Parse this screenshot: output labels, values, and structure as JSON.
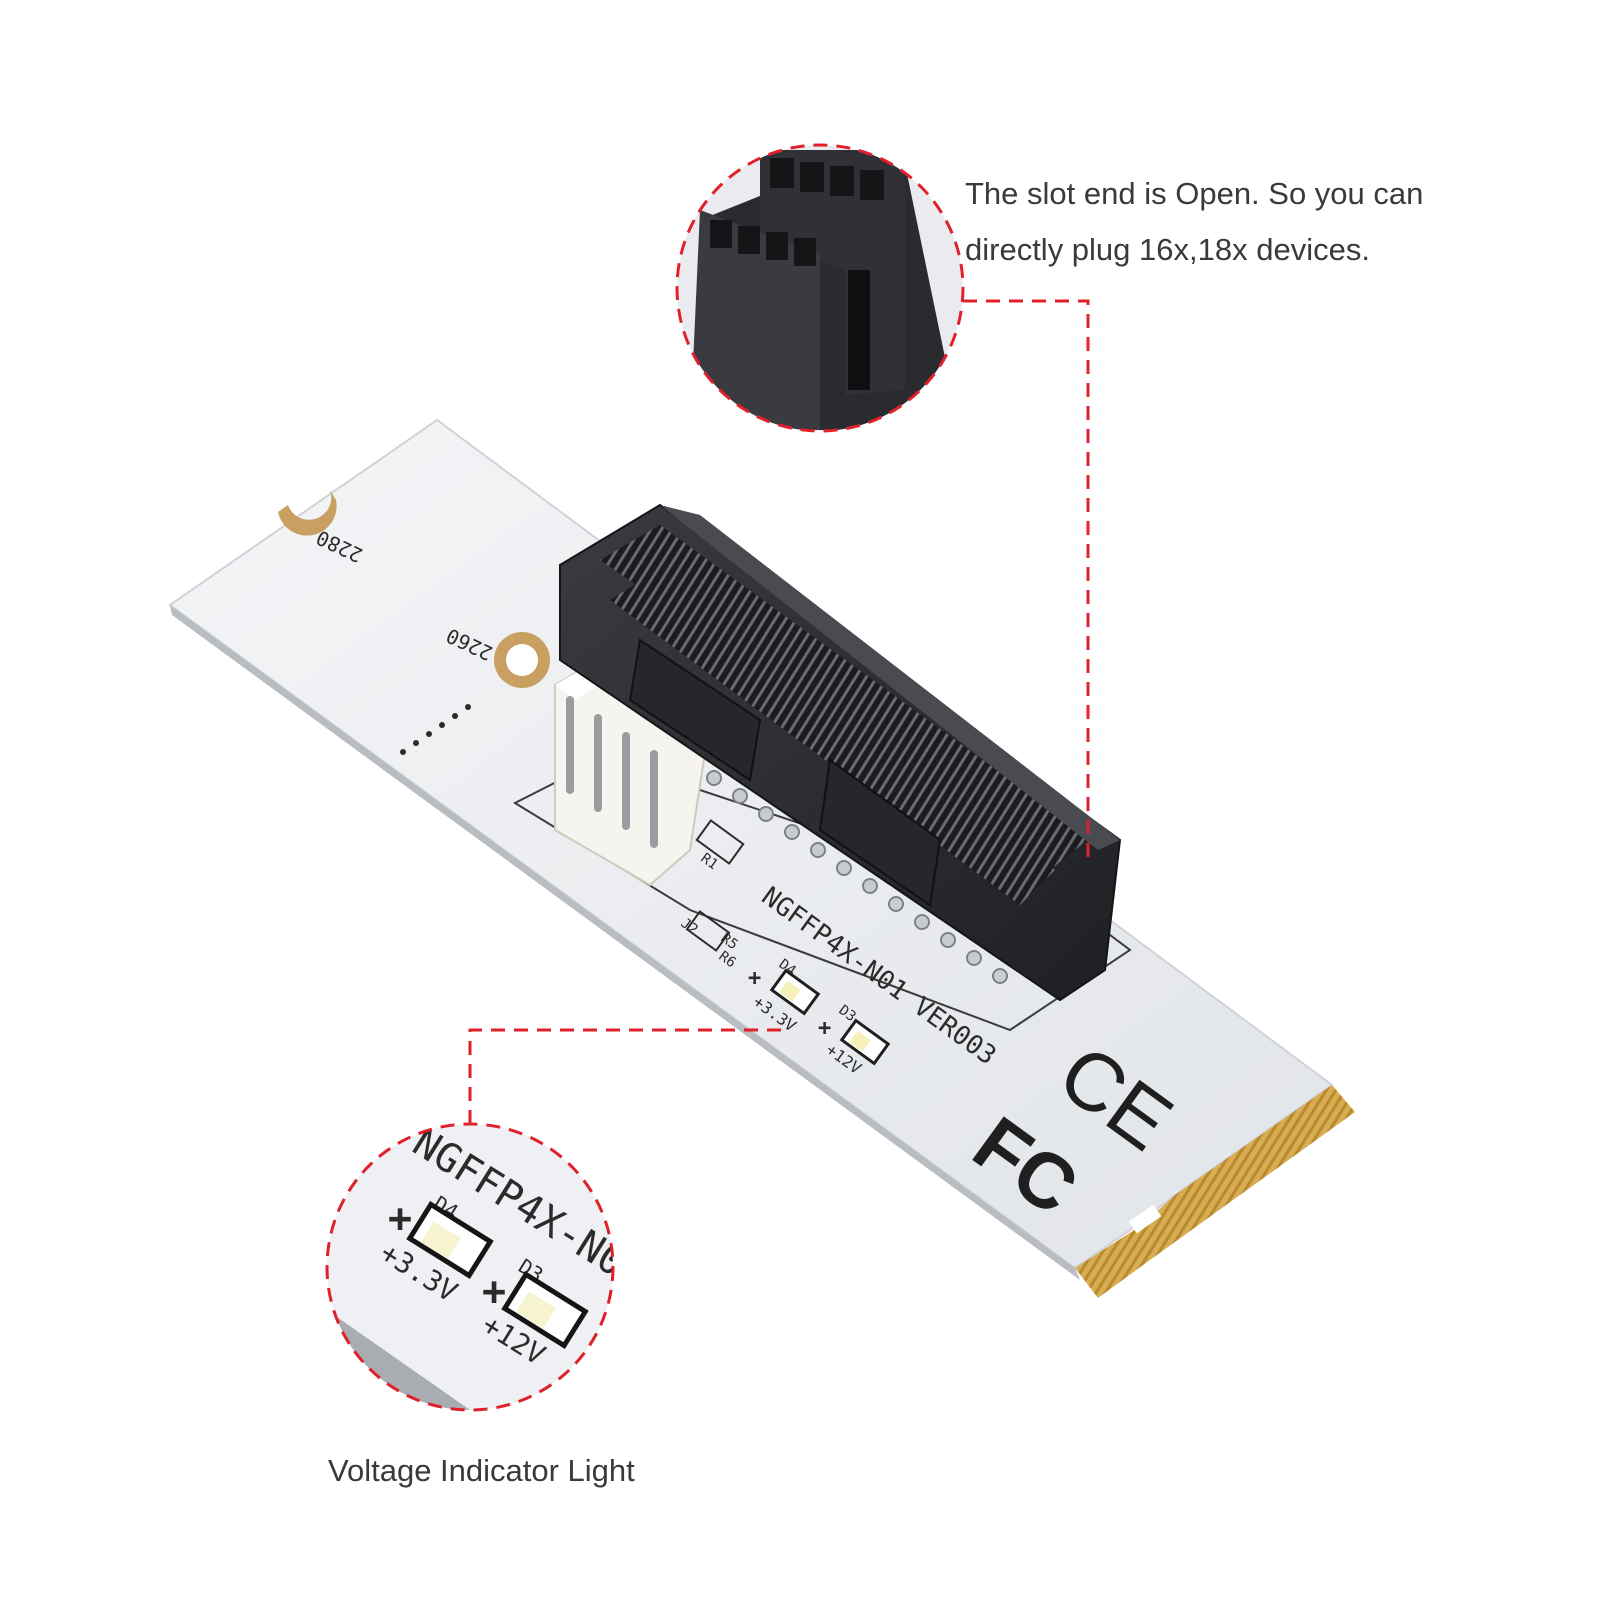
{
  "callout_top": {
    "line1": "The slot end is Open. So you can",
    "line2": "directly plug 16x,18x devices."
  },
  "callout_bottom": {
    "label": "Voltage Indicator Light"
  },
  "board": {
    "marking_main": "NGFFP4X-N01 VER003",
    "marking_zoom": "NGFFP4X-N01",
    "length_2280": "2280",
    "length_2260": "2260",
    "led_d4_label": "D4",
    "led_d4_voltage": "+3.3V",
    "led_d3_label": "D3",
    "led_d3_voltage": "+12V",
    "ref_r5": "R5",
    "ref_r6": "R6",
    "ref_j2": "J2",
    "ref_r1": "R1",
    "ce_mark": "CE",
    "fcc_mark": "FC"
  },
  "colors": {
    "callout_line": "#e0202a",
    "pcb": "#eef0f3",
    "slot": "#2e2f33",
    "gold": "#c99a3c"
  }
}
